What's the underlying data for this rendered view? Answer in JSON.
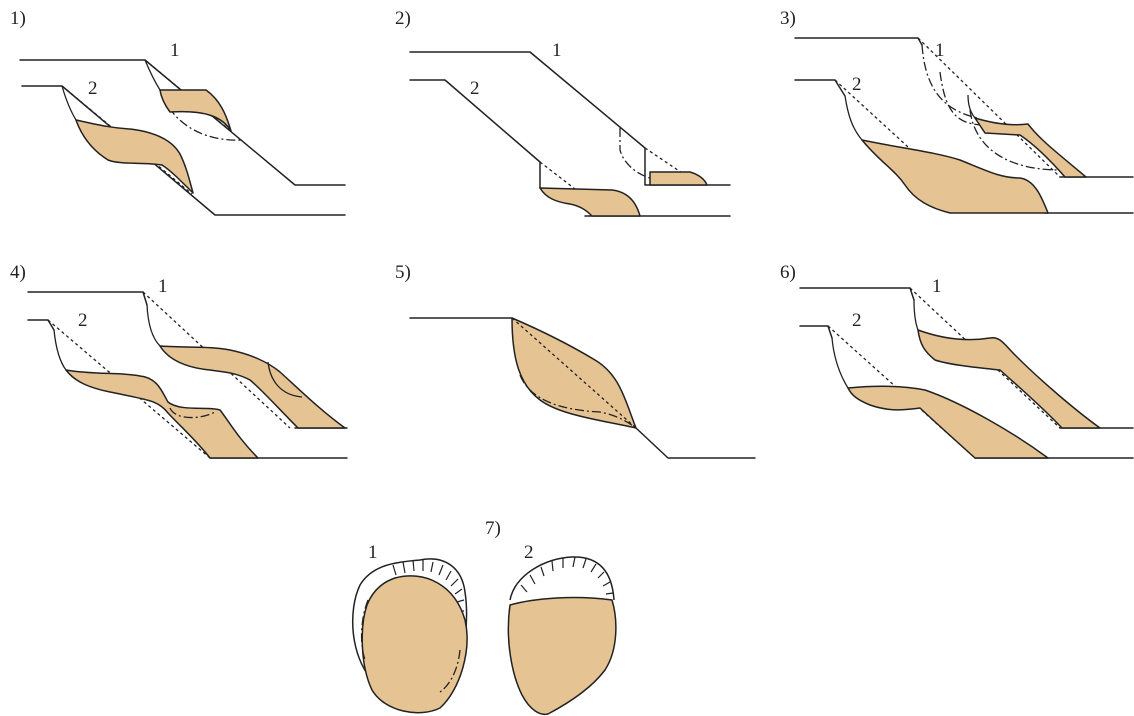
{
  "colors": {
    "deposit_fill": "#e6c392",
    "line": "#222222",
    "background": "#ffffff"
  },
  "panels": [
    {
      "id": "p1",
      "label": "1)",
      "markers": [
        "1",
        "2"
      ]
    },
    {
      "id": "p2",
      "label": "2)",
      "markers": [
        "1",
        "2"
      ]
    },
    {
      "id": "p3",
      "label": "3)",
      "markers": [
        "1",
        "2"
      ]
    },
    {
      "id": "p4",
      "label": "4)",
      "markers": [
        "1",
        "2"
      ]
    },
    {
      "id": "p5",
      "label": "5)",
      "markers": []
    },
    {
      "id": "p6",
      "label": "6)",
      "markers": [
        "1",
        "2"
      ]
    },
    {
      "id": "p7",
      "label": "7)",
      "markers": [
        "1",
        "2"
      ]
    }
  ]
}
